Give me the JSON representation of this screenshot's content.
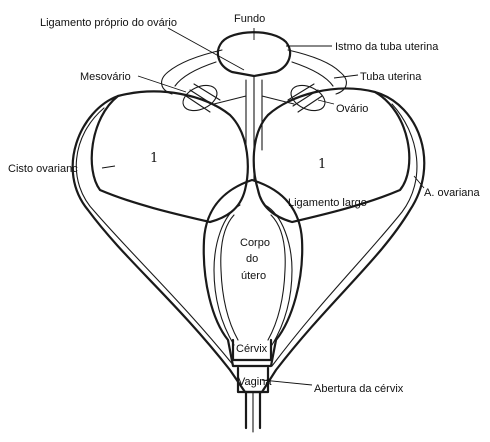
{
  "labels": {
    "fundo": "Fundo",
    "ligamento_proprio": "Ligamento próprio do ovário",
    "istmo": "Istmo da tuba uterina",
    "mesovario": "Mesovário",
    "tuba_uterina": "Tuba uterina",
    "ovario": "Ovário",
    "cisto_ovariano": "Cisto ovarianc",
    "arteria_ovariana": "A. ovariana",
    "ligamento_largo": "Ligamento largo",
    "corpo_do_utero": [
      "Corpo",
      "do",
      "útero"
    ],
    "cervix": "Cérvix",
    "vagina": "Vagina",
    "abertura_cervix": "Abertura da cérvix"
  },
  "cyst_marks": {
    "left": "1",
    "right": "1"
  }
}
